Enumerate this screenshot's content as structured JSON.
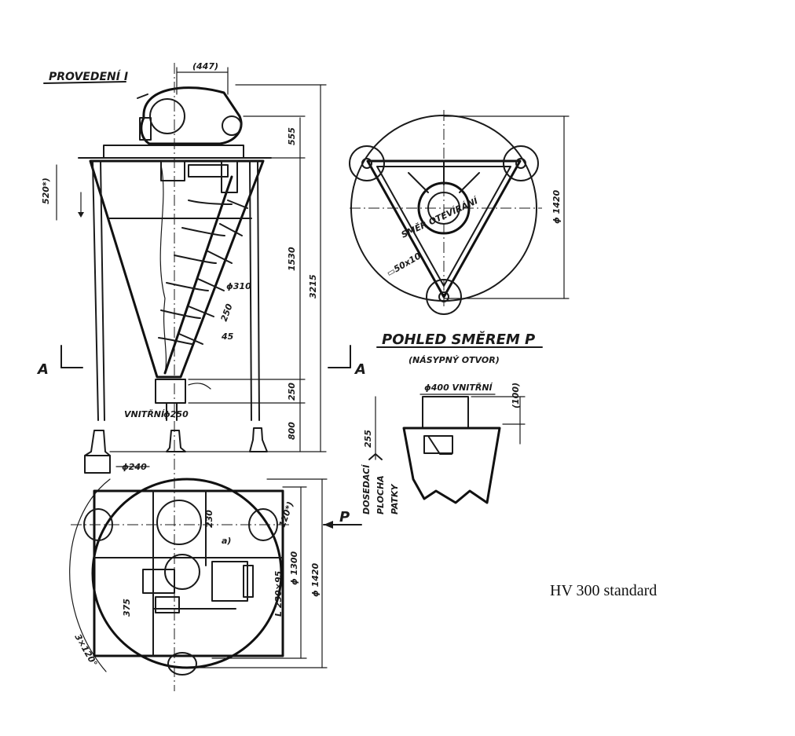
{
  "caption": "HV 300 standard",
  "views": {
    "front": {
      "title": "PROVEDENÍ I"
    },
    "direction": {
      "title": "POHLED SMĚREM P",
      "subtitle": "(NÁSYPNÝ OTVOR)"
    }
  },
  "dimensions": {
    "top_width": "(447)",
    "drive_height": "555",
    "cone_height": "1530",
    "total_height": "3215",
    "upper_offset": "520*)",
    "screw_diameter": "ϕ310",
    "screw_pitch": "250",
    "screw_angle": "45",
    "outlet_height": "250",
    "leg_height": "800",
    "outlet_inner_label": "VNITŘNÍ",
    "outlet_diameter": "ϕ250",
    "foot_diameter": "ϕ240",
    "circle_diameter": "ϕ 1420",
    "opening_diameter": "ϕ400 VNITŘNÍ",
    "opening_height": "(100)",
    "seat_height": "255",
    "plan_230": "230",
    "plan_120": "120*)",
    "plan_300": "ϕ 1300",
    "plan_1420": "ϕ 1420",
    "plan_375": "375",
    "plan_angle": "L 230×95",
    "plan_3x120": "3×120°",
    "plan_a": "a)",
    "bar_size": "▭50x10",
    "opening_sector": "SMĚR OTEVÍRÁNÍ"
  },
  "section_marks": {
    "left": "A",
    "right": "A",
    "arrow_p": "P"
  },
  "side_note": [
    "DOSEDACÍ",
    "PLOCHA",
    "PATKY"
  ]
}
